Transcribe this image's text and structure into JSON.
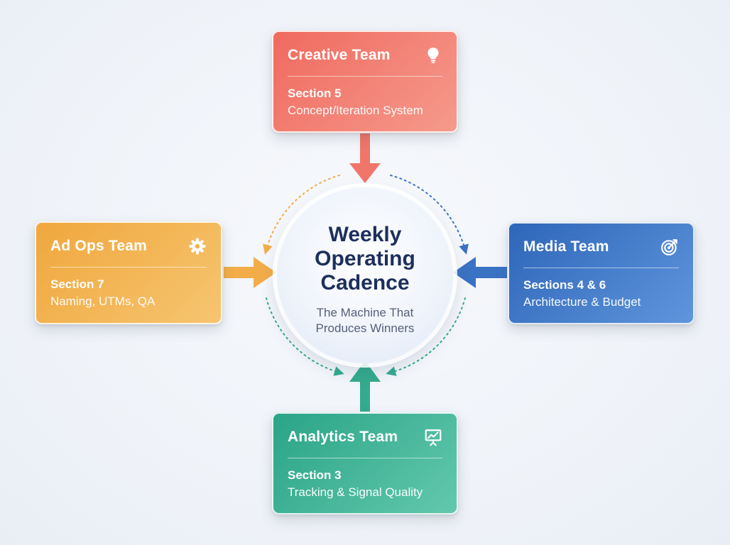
{
  "hub": {
    "title_lines": [
      "Weekly",
      "Operating",
      "Cadence"
    ],
    "subtitle_lines": [
      "The Machine That",
      "Produces Winners"
    ]
  },
  "teams": {
    "creative": {
      "title": "Creative Team",
      "section": "Section 5",
      "description": "Concept/Iteration System",
      "icon": "lightbulb-icon",
      "color": "#f0766a"
    },
    "adops": {
      "title": "Ad Ops Team",
      "section": "Section 7",
      "description": "Naming, UTMs, QA",
      "icon": "gear-icon",
      "color": "#f2ad49"
    },
    "media": {
      "title": "Media Team",
      "section": "Sections 4 & 6",
      "description": "Architecture & Budget",
      "icon": "target-icon",
      "color": "#3a72c4"
    },
    "analytics": {
      "title": "Analytics Team",
      "section": "Section 3",
      "description": "Tracking & Signal Quality",
      "icon": "presentation-chart-icon",
      "color": "#34ab8e"
    }
  }
}
